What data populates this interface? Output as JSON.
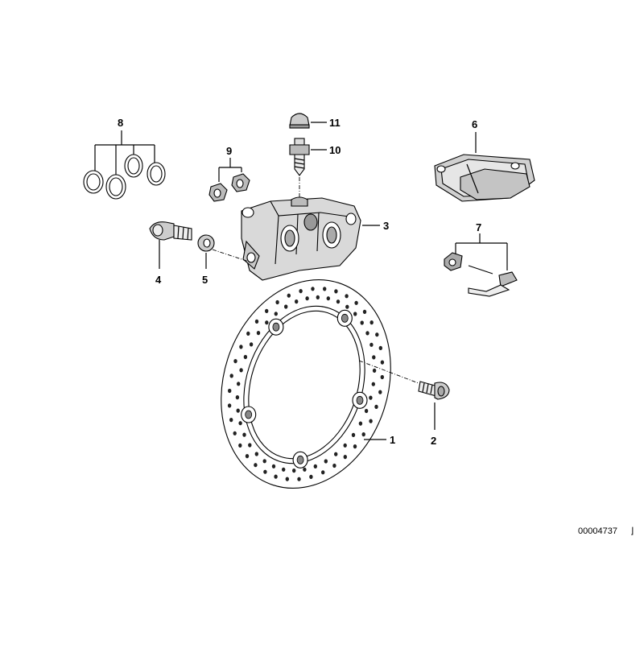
{
  "diagram": {
    "callouts": [
      {
        "id": "1",
        "label": "1"
      },
      {
        "id": "2",
        "label": "2"
      },
      {
        "id": "3",
        "label": "3"
      },
      {
        "id": "4",
        "label": "4"
      },
      {
        "id": "5",
        "label": "5"
      },
      {
        "id": "6",
        "label": "6"
      },
      {
        "id": "7",
        "label": "7"
      },
      {
        "id": "8",
        "label": "8"
      },
      {
        "id": "9",
        "label": "9"
      },
      {
        "id": "10",
        "label": "10"
      },
      {
        "id": "11",
        "label": "11"
      }
    ],
    "document_number": "00004737",
    "corner_mark": "⌋"
  }
}
